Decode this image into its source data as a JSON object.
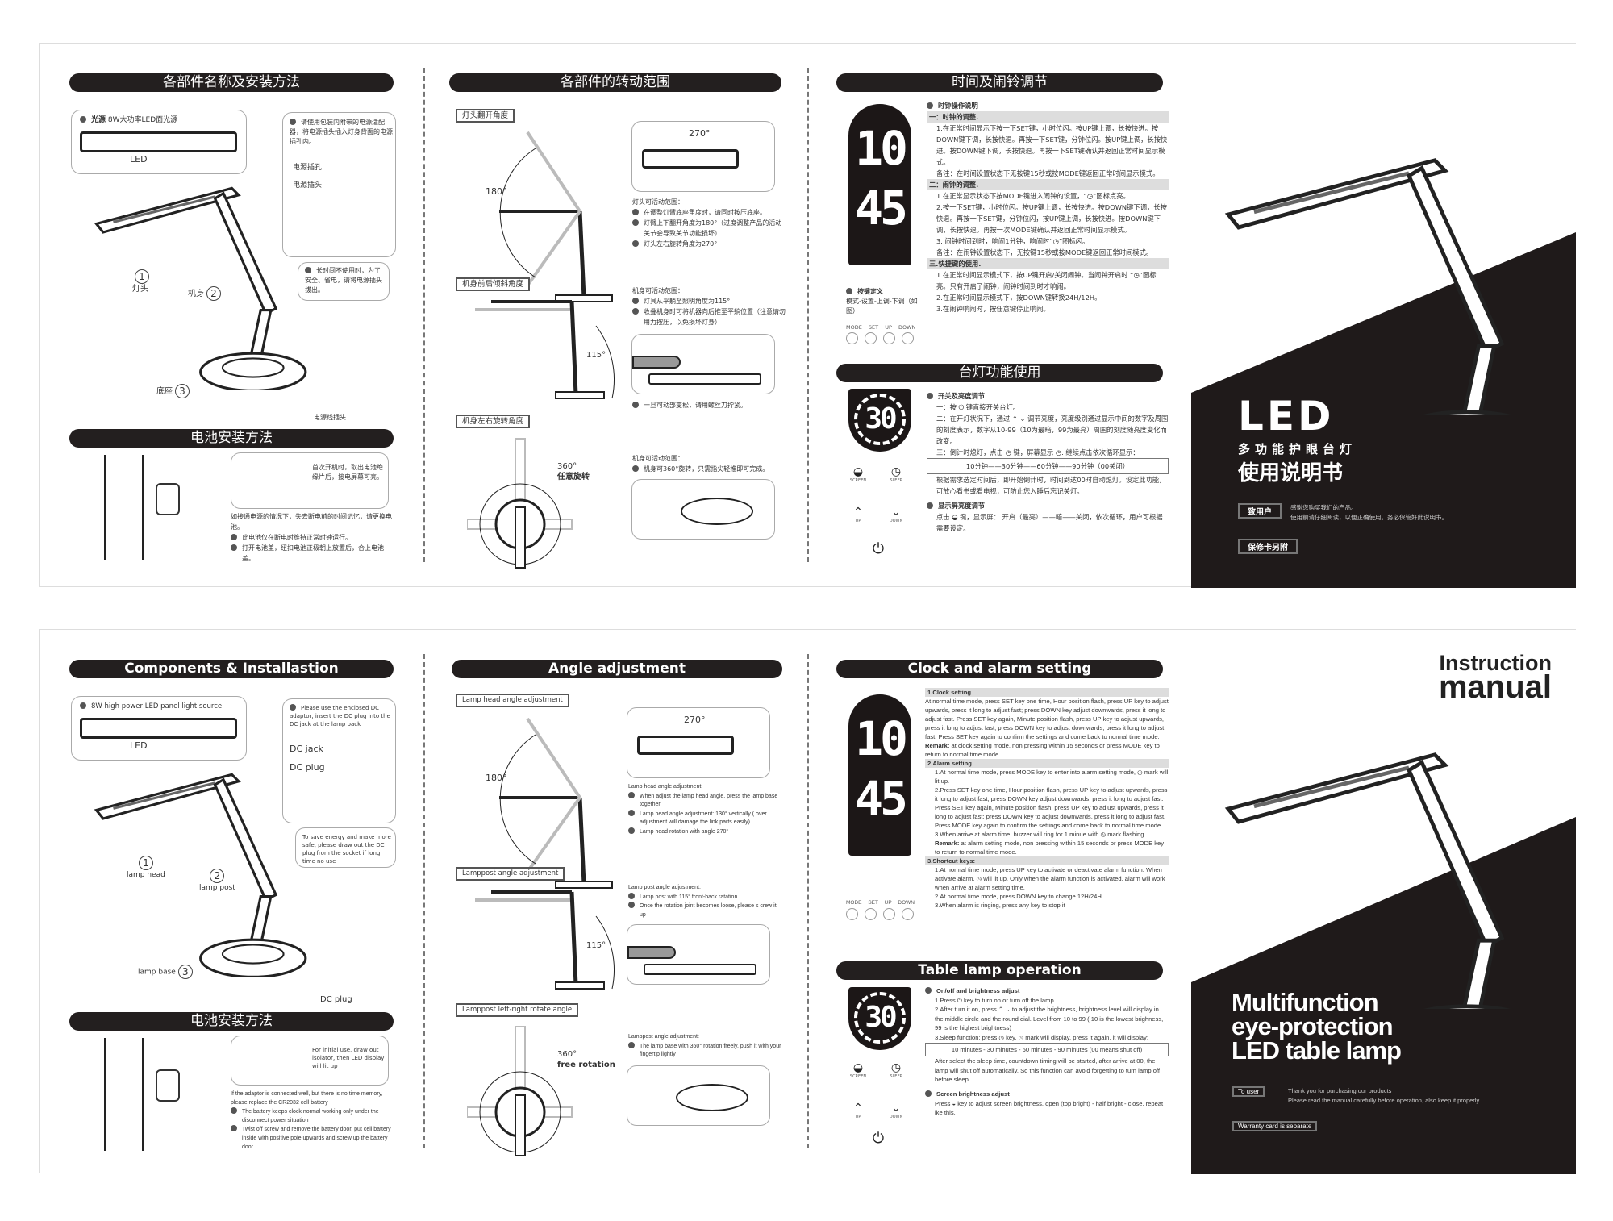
{
  "cn": {
    "p1": {
      "title": "各部件名称及安装方法",
      "light_label": "光源",
      "light_desc": "8W大功率LED面光源",
      "led": "LED",
      "adaptor": "请使用包装内附带的电源适配器，将电源插头插入灯身背面的电源插孔内。",
      "jack": "电源插孔",
      "plug": "电源插头",
      "save": "长时间不使用时，为了安全、省电，请将电源插头拔出。",
      "part1": "灯头",
      "part2": "机身",
      "part3": "底座",
      "cable": "电源线插头",
      "battery_title": "电池安装方法",
      "battery_bubble": "首次开机时，取出电池绝缘片后，接电屏幕可亮。",
      "battery_text": "如接通电源的情况下，失去断电前的时间记忆，请更换电池。",
      "battery_items": [
        "此电池仅在断电时维持正常时钟运行。",
        "打开电池盖，纽扣电池正极朝上放置后，合上电池盖。"
      ]
    },
    "p2": {
      "title": "各部件的转动范围",
      "label1": "灯头翻开角度",
      "label2": "机身前后倾斜角度",
      "label3": "机身左右旋转角度",
      "a180": "180°",
      "a270": "270°",
      "a115": "115°",
      "a360": "360°",
      "a360_sub": "任意旋转",
      "head_title": "灯头可活动范围：",
      "head_items": [
        "在调整灯臂底座角度时，请同时按压底座。",
        "灯臂上下翻开角度为180°（过度调整产品的活动关节会导致关节功能损坏）",
        "灯头左右旋转角度为270°"
      ],
      "body_title": "机身可活动范围：",
      "body_items": [
        "灯具从平躺至照明角度为115°",
        "收叠机身时可将机器向后推至平躺位置（注意请勿用力按压，以免损坏灯身）"
      ],
      "screw": "一旦可动部变松，请用螺丝刀拧紧。",
      "rot_title": "机身可活动范围：",
      "rot_items": [
        "机身可360°旋转，只需指尖轻推即可完成。"
      ]
    },
    "p3": {
      "title": "时间及闹铃调节",
      "hours": "10",
      "minutes": "45",
      "brightness": "30",
      "clock_head": "时钟操作说明",
      "s1": "一：时钟的调整.",
      "s1_items": [
        "1.在正常时间显示下按一下SET键，小时位闪。按UP键上调，长按快进。按DOWN键下调，长按快退。再按一下SET键，分钟位闪。按UP键上调，长按快进。按DOWN键下调，长按快退。再按一下SET键确认并返回正常时间显示模式。",
        "备注：在时间设置状态下无按键15秒或按MODE键返回正常时间显示模式。"
      ],
      "s2": "二：闹钟的调整.",
      "s2_items": [
        "1.在正常显示状态下按MODE键进入闹钟的设置，“◷”图标点亮。",
        "2.按一下SET键，小时位闪。按UP键上调，长按快进。按DOWN键下调，长按快退。再按一下SET键，分钟位闪，按UP键上调，长按快进。按DOWN键下调，长按快退。再按一次MODE键确认并返回正常时间显示模式。",
        "3. 闹钟时间到时，响闹1分钟，响闹时“◷”图标闪。",
        "备注：在闹钟设置状态下，无按键15秒或按MODE键返回正常时间模式。"
      ],
      "s3": "三.快捷键的使用.",
      "s3_items": [
        "1.在正常时间显示模式下，按UP键开启/关闭闹钟。当闹钟开启时.“◷”图标亮。只有开启了闹钟，闹钟时间到时才响闹。",
        "2.在正常时间显示模式下，按DOWN键转换24H/12H。",
        "3.在闹钟响闹时，按任意键停止响闹。"
      ],
      "keys_head": "按键定义",
      "keys_desc": "模式-设置-上调-下调（如图）",
      "keys": [
        "MODE",
        "SET",
        "UP",
        "DOWN"
      ],
      "lamp_title": "台灯功能使用",
      "onoff_head": "开关及亮度调节",
      "onoff_items": [
        "一：按 ⏻ 键直接开关台灯。",
        "二：在开灯状况下，通过 ⌃ ⌄ 调节亮度，亮度级别通过显示中间的数字及周围的刻度表示，数字从10-99（10为最暗，99为最亮）周围的刻度随亮度变化而改变。",
        "三：倒计时熄灯，点击 ◷ 键，屏幕显示 ◷. 继续点击依次循环显示："
      ],
      "sleep_box": "10分钟——30分钟——60分钟——90分钟（00关闭）",
      "sleep_after": "根据需求选定时间后，即开始倒计时，时间到达00时自动熄灯。设定此功能，可放心看书或看电视，可防止您入睡后忘记关灯。",
      "screen_head": "显示屏亮度调节",
      "screen_text": "点击 ◒ 键，显示屏：  开启（最亮）——暗——关闭，依次循环，用户可根据需要设定。",
      "icons": {
        "screen": "SCREEN",
        "sleep": "SLEEP",
        "up": "UP",
        "down": "DOWN"
      }
    },
    "cover": {
      "logo": "LED",
      "subtitle": "多功能护眼台灯",
      "title": "使用说明书",
      "to_user": "致用户",
      "thanks": "感谢您购买我们的产品。",
      "read": "使用前请仔细阅读，以便正确使用。务必保管好此说明书。",
      "warranty": "保修卡另附"
    }
  },
  "en": {
    "p1": {
      "title": "Components & Installastion",
      "light_desc": "8W high power LED panel light source",
      "led": "LED",
      "adaptor": "Please use the enclosed DC adaptor, insert the DC plug into the DC jack at the lamp back",
      "jack": "DC jack",
      "plug": "DC plug",
      "save": "To save energy and make more safe, please draw out the DC plug from the socket if long time no use",
      "part1": "lamp head",
      "part2": "lamp post",
      "part3": "lamp base",
      "cable": "DC plug",
      "battery_title": "电池安装方法",
      "battery_bubble": "For initial use, draw out isolator, then LED display will lit up",
      "battery_text": "If the adaptor is connected well, but there is no time memory, please replace the CR2032 cell battery",
      "battery_items": [
        "The battery keeps clock  normal working only under the disconnect power situation",
        "Twist off screw and remove the battery door, put cell battery inside with positive pole upwards and screw up the battery door."
      ]
    },
    "p2": {
      "title": "Angle adjustment",
      "label1": "Lamp head angle  adjustment",
      "label2": "Lamppost angle adjustment",
      "label3": "Lamppost left-right rotate angle",
      "a180": "180°",
      "a270": "270°",
      "a115": "115°",
      "a360": "360°",
      "a360_sub": "free rotation",
      "head_title": "Lamp head angle adjustment:",
      "head_items": [
        "When adjust the lamp head angle, press the lamp base together",
        "Lamp head angle adjustment: 130° vertically ( over adjustment will damage the link parts easily)",
        "Lamp head rotation with angle 270°"
      ],
      "body_title": "Lamp post angle adjustment:",
      "body_items": [
        "Lamp post with 115° front-back ratation",
        "Once the rotation joint becomes loose, please s crew it up"
      ],
      "rot_title": "Lamppost angle adjustment:",
      "rot_items": [
        "The lamp base with 360° rotation freely, push it with your fingertip lightly"
      ]
    },
    "p3": {
      "title": "Clock and alarm setting",
      "hours": "10",
      "minutes": "45",
      "brightness": "30",
      "s1": "1.Clock setting",
      "s1_text": "At normal time mode, press SET key one time, Hour position flash, press UP key to adjust upwards, press it long to adjust fast; press DOWN key adjust downwards, press it long to adjust fast. Press SET key again, Minute position flash, press UP key to adjust upwards, press it long to adjust fast; press DOWN key to adjust downwards, press it long to adjust fast. Press SET key again to confirm the settings and come back to normal time mode.",
      "remark": "Remark:",
      "s1_remark": " at clock setting mode, non pressing within 15 seconds or press MODE key to return to normal time mode.",
      "s2": "2.Alarm setting",
      "s2_items": [
        "1.At normal time mode, press MODE key to enter into alarm setting mode, ◷ mark will lit up.",
        "2.Press SET key one time, Hour position flash, press UP key to adjust upwards, press it long to adjust fast; press DOWN key adjust downwards, press it long to adjust fast. Press SET key again, Minute position flash, press UP key to adjust upwards, press it long to adjust fast; press DOWN key to adjust downwards, press it long to adjust fast. Press MODE key again to confirm the settings and come back to normal time mode.",
        "3.When arrive at alarm time, buzzer will ring for 1 minue with ◷ mark flashing."
      ],
      "s2_remark": " at alarm setting mode, non pressing within 15 seconds or press MODE key to return to normal time mode.",
      "s3": "3.Shortcut keys:",
      "s3_items": [
        "1.At normal time mode, press UP key to activate or deactivate alarm function. When activate alarm, ◷ will lit up. Only when the alarm function  is activated, alarm will work when arrive at alarm setting time.",
        "2.At normal time mode, press DOWN key to change 12H/24H",
        "3.When alarm is ringing, press any key to stop it"
      ],
      "keys": [
        "MODE",
        "SET",
        "UP",
        "DOWN"
      ],
      "lamp_title": "Table lamp operation",
      "onoff_head": "On/off and brightness adjust",
      "onoff_items": [
        "1.Press ⏻ key to turn on or  turn off the lamp",
        "2.After turn it on, press ⌃ ⌄ to adjust the brightness, brightness level  will display in the middle circle and the round dial. Level from 10 to 99 ( 10 is the lowest brighness, 99 is the highest brightness)",
        "3.Sleep function: press ◷ key, ◷ mark will display, press it again, it will display:"
      ],
      "sleep_box": "10 minutes - 30 minutes - 60 minutes - 90 minutes (00 means shut off)",
      "sleep_after": "After select the sleep time, countdown timing will be started, after arrive at 00, the lamp will shut off automatically. So this function can avoid forgetting to turn lamp off before sleep.",
      "screen_head": "Screen brightness adjust",
      "screen_text": "Press ◒ key to adjust screen brightness, open (top bright) - half bright - close, repeat lke this.",
      "icons": {
        "screen": "SCREEN",
        "sleep": "SLEEP",
        "up": "UP",
        "down": "DOWN"
      }
    },
    "cover": {
      "top1": "Instruction",
      "top2": "manual",
      "t1": "Multifunction",
      "t2": "eye-protection",
      "t3": "LED table lamp",
      "to_user": "To user",
      "thanks": "Thank you for purchasing our products",
      "read": "Please read the manual carefully before operation, also keep it properly.",
      "warranty": "Warranty card is separate"
    }
  }
}
